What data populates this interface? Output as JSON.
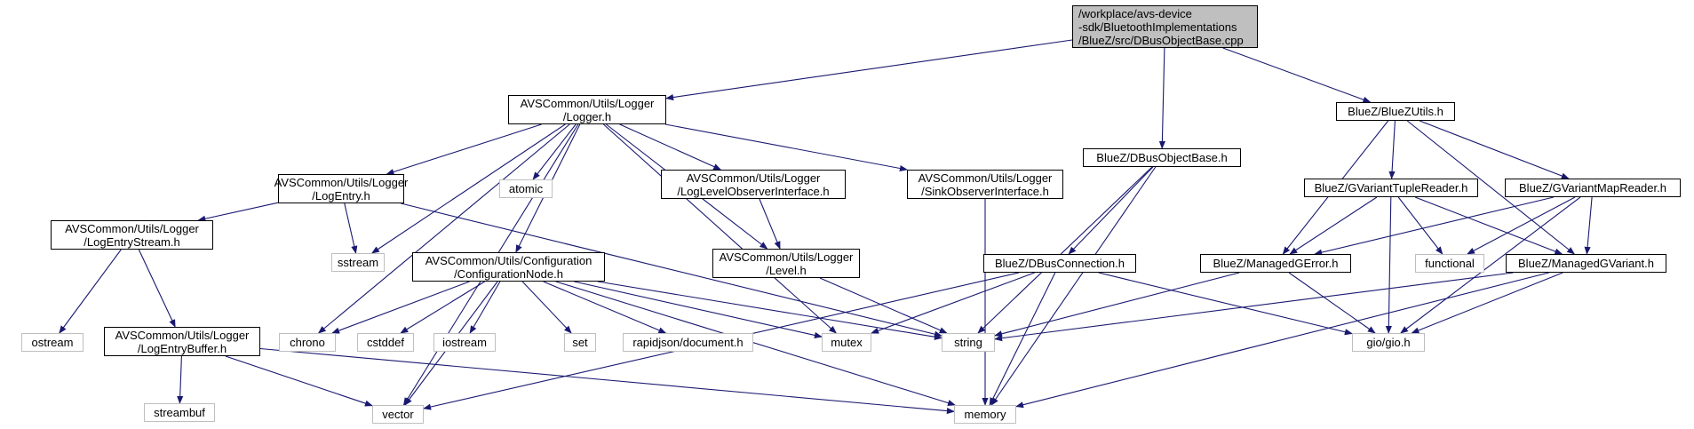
{
  "graph": {
    "edge_color": "#191970",
    "root_fill": "#bfbfbf",
    "external_border": "#bfbfbf",
    "nodes": [
      {
        "id": "root",
        "kind": "root",
        "lines": [
          "/workplace/avs-device",
          "-sdk/BluetoothImplementations",
          "/BlueZ/src/DBusObjectBase.cpp"
        ]
      },
      {
        "id": "logger",
        "kind": "internal",
        "lines": [
          "AVSCommon/Utils/Logger",
          "/Logger.h"
        ]
      },
      {
        "id": "dbusobjectbase",
        "kind": "internal",
        "lines": [
          "BlueZ/DBusObjectBase.h"
        ]
      },
      {
        "id": "bluezutils",
        "kind": "internal",
        "lines": [
          "BlueZ/BlueZUtils.h"
        ]
      },
      {
        "id": "logentry",
        "kind": "internal",
        "lines": [
          "AVSCommon/Utils/Logger",
          "/LogEntry.h"
        ]
      },
      {
        "id": "atomic",
        "kind": "external",
        "lines": [
          "atomic"
        ]
      },
      {
        "id": "loglevelobs",
        "kind": "internal",
        "lines": [
          "AVSCommon/Utils/Logger",
          "/LogLevelObserverInterface.h"
        ]
      },
      {
        "id": "sinkobs",
        "kind": "internal",
        "lines": [
          "AVSCommon/Utils/Logger",
          "/SinkObserverInterface.h"
        ]
      },
      {
        "id": "gvtuplereader",
        "kind": "internal",
        "lines": [
          "BlueZ/GVariantTupleReader.h"
        ]
      },
      {
        "id": "gvmapreader",
        "kind": "internal",
        "lines": [
          "BlueZ/GVariantMapReader.h"
        ]
      },
      {
        "id": "logentrystream",
        "kind": "internal",
        "lines": [
          "AVSCommon/Utils/Logger",
          "/LogEntryStream.h"
        ]
      },
      {
        "id": "sstream",
        "kind": "external",
        "lines": [
          "sstream"
        ]
      },
      {
        "id": "confignode",
        "kind": "internal",
        "lines": [
          "AVSCommon/Utils/Configuration",
          "/ConfigurationNode.h"
        ]
      },
      {
        "id": "level",
        "kind": "internal",
        "lines": [
          "AVSCommon/Utils/Logger",
          "/Level.h"
        ]
      },
      {
        "id": "dbusconnection",
        "kind": "internal",
        "lines": [
          "BlueZ/DBusConnection.h"
        ]
      },
      {
        "id": "managedgerror",
        "kind": "internal",
        "lines": [
          "BlueZ/ManagedGError.h"
        ]
      },
      {
        "id": "functional",
        "kind": "external",
        "lines": [
          "functional"
        ]
      },
      {
        "id": "managedgvariant",
        "kind": "internal",
        "lines": [
          "BlueZ/ManagedGVariant.h"
        ]
      },
      {
        "id": "ostream",
        "kind": "external",
        "lines": [
          "ostream"
        ]
      },
      {
        "id": "logentrybuffer",
        "kind": "internal",
        "lines": [
          "AVSCommon/Utils/Logger",
          "/LogEntryBuffer.h"
        ]
      },
      {
        "id": "chrono",
        "kind": "external",
        "lines": [
          "chrono"
        ]
      },
      {
        "id": "cstddef",
        "kind": "external",
        "lines": [
          "cstddef"
        ]
      },
      {
        "id": "iostream",
        "kind": "external",
        "lines": [
          "iostream"
        ]
      },
      {
        "id": "set",
        "kind": "external",
        "lines": [
          "set"
        ]
      },
      {
        "id": "rapidjson",
        "kind": "external",
        "lines": [
          "rapidjson/document.h"
        ]
      },
      {
        "id": "mutex",
        "kind": "external",
        "lines": [
          "mutex"
        ]
      },
      {
        "id": "string",
        "kind": "external",
        "lines": [
          "string"
        ]
      },
      {
        "id": "giogio",
        "kind": "external",
        "lines": [
          "gio/gio.h"
        ]
      },
      {
        "id": "streambuf",
        "kind": "external",
        "lines": [
          "streambuf"
        ]
      },
      {
        "id": "vector",
        "kind": "external",
        "lines": [
          "vector"
        ]
      },
      {
        "id": "memory",
        "kind": "external",
        "lines": [
          "memory"
        ]
      }
    ],
    "edges": [
      [
        "root",
        "logger"
      ],
      [
        "root",
        "dbusobjectbase"
      ],
      [
        "root",
        "bluezutils"
      ],
      [
        "logger",
        "logentry"
      ],
      [
        "logger",
        "atomic"
      ],
      [
        "logger",
        "loglevelobs"
      ],
      [
        "logger",
        "sinkobs"
      ],
      [
        "logger",
        "sstream"
      ],
      [
        "logger",
        "confignode"
      ],
      [
        "logger",
        "level"
      ],
      [
        "logger",
        "chrono"
      ],
      [
        "logger",
        "mutex"
      ],
      [
        "logger",
        "vector"
      ],
      [
        "logentry",
        "logentrystream"
      ],
      [
        "logentry",
        "sstream"
      ],
      [
        "logentry",
        "string"
      ],
      [
        "logentrystream",
        "ostream"
      ],
      [
        "logentrystream",
        "logentrybuffer"
      ],
      [
        "logentrybuffer",
        "streambuf"
      ],
      [
        "logentrybuffer",
        "vector"
      ],
      [
        "logentrybuffer",
        "memory"
      ],
      [
        "confignode",
        "chrono"
      ],
      [
        "confignode",
        "cstddef"
      ],
      [
        "confignode",
        "iostream"
      ],
      [
        "confignode",
        "set"
      ],
      [
        "confignode",
        "rapidjson"
      ],
      [
        "confignode",
        "mutex"
      ],
      [
        "confignode",
        "string"
      ],
      [
        "confignode",
        "vector"
      ],
      [
        "confignode",
        "memory"
      ],
      [
        "loglevelobs",
        "level"
      ],
      [
        "level",
        "string"
      ],
      [
        "sinkobs",
        "memory"
      ],
      [
        "dbusobjectbase",
        "dbusconnection"
      ],
      [
        "dbusobjectbase",
        "string"
      ],
      [
        "dbusobjectbase",
        "memory"
      ],
      [
        "dbusconnection",
        "mutex"
      ],
      [
        "dbusconnection",
        "giogio"
      ],
      [
        "dbusconnection",
        "vector"
      ],
      [
        "dbusconnection",
        "memory"
      ],
      [
        "bluezutils",
        "gvtuplereader"
      ],
      [
        "bluezutils",
        "gvmapreader"
      ],
      [
        "bluezutils",
        "managedgerror"
      ],
      [
        "bluezutils",
        "managedgvariant"
      ],
      [
        "gvtuplereader",
        "managedgerror"
      ],
      [
        "gvtuplereader",
        "functional"
      ],
      [
        "gvtuplereader",
        "managedgvariant"
      ],
      [
        "gvtuplereader",
        "giogio"
      ],
      [
        "gvmapreader",
        "managedgerror"
      ],
      [
        "gvmapreader",
        "functional"
      ],
      [
        "gvmapreader",
        "managedgvariant"
      ],
      [
        "gvmapreader",
        "giogio"
      ],
      [
        "managedgerror",
        "giogio"
      ],
      [
        "managedgerror",
        "string"
      ],
      [
        "managedgvariant",
        "giogio"
      ],
      [
        "managedgvariant",
        "string"
      ],
      [
        "managedgvariant",
        "memory"
      ]
    ]
  }
}
